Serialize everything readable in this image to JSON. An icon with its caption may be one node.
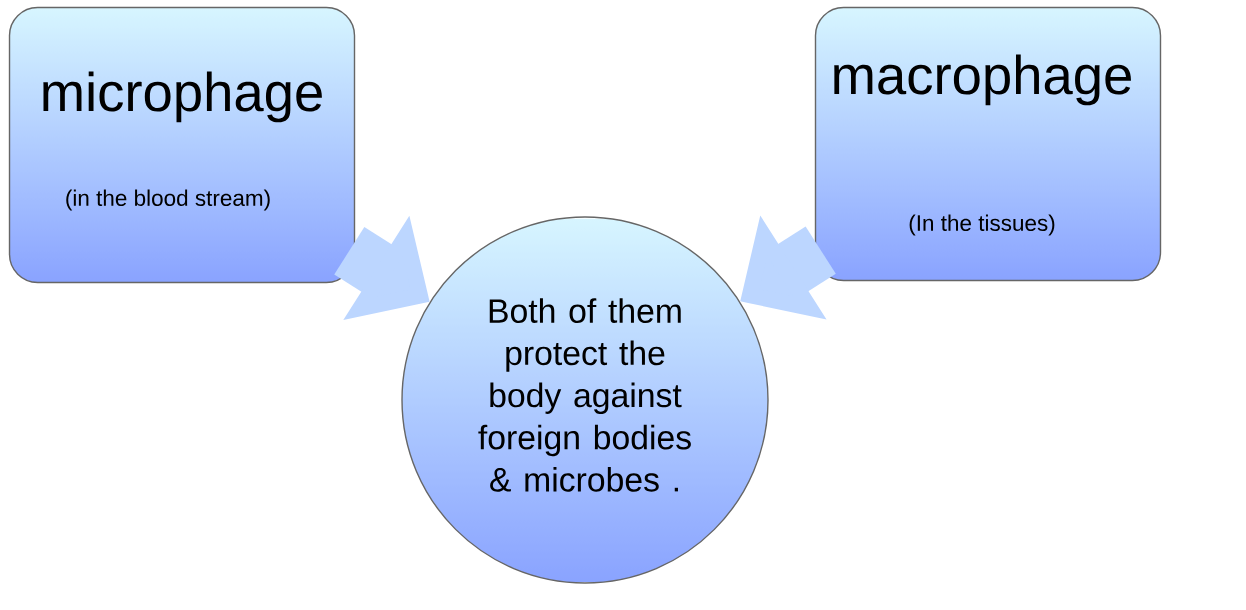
{
  "diagram": {
    "nodes": [
      {
        "text": [
          "microphage",
          "(in the blood stream)"
        ]
      },
      {
        "text": [
          "macrophage",
          "(In the tissues)"
        ]
      },
      {
        "text": [
          "Both of them protect the body against foreign bodies & microbes ."
        ]
      }
    ],
    "edges": [
      {
        "from": 0,
        "to": 2,
        "arrow": "to"
      },
      {
        "from": 1,
        "to": 2,
        "arrow": "to"
      }
    ]
  }
}
